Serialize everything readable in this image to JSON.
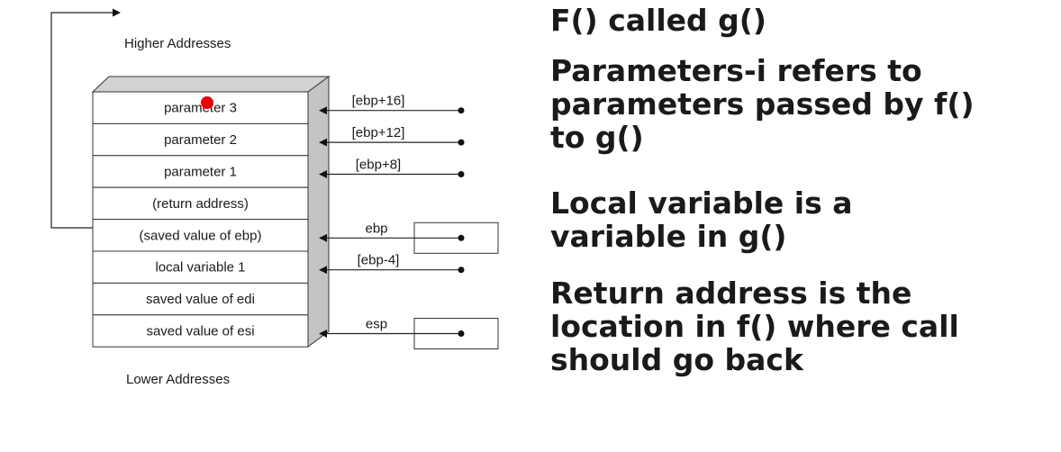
{
  "diagram": {
    "higher_label": "Higher Addresses",
    "lower_label": "Lower Addresses",
    "slots": [
      "parameter 3",
      "parameter 2",
      "parameter 1",
      "(return address)",
      "(saved value of ebp)",
      "local variable 1",
      "saved value of edi",
      "saved value of esi"
    ],
    "pointers": [
      {
        "label": "[ebp+16]",
        "slot": 0,
        "register_box": false
      },
      {
        "label": "[ebp+12]",
        "slot": 1,
        "register_box": false
      },
      {
        "label": "[ebp+8]",
        "slot": 2,
        "register_box": false
      },
      {
        "label": "ebp",
        "slot": 4,
        "register_box": true
      },
      {
        "label": "[ebp-4]",
        "slot": 5,
        "register_box": false
      },
      {
        "label": "esp",
        "slot": 7,
        "register_box": true
      }
    ],
    "colors": {
      "slot_fill": "#ffffff",
      "side_fill": "#c4c4c4",
      "top_fill": "#d2d2d2",
      "stroke": "#333333",
      "marker": "#ee0000"
    }
  },
  "bullets": [
    "F() called g()",
    "Parameters-i refers to\nparameters passed by f()\nto g()",
    "Local variable is a\nvariable in g()",
    "Return address is the\nlocation in f() where call\nshould go back"
  ]
}
